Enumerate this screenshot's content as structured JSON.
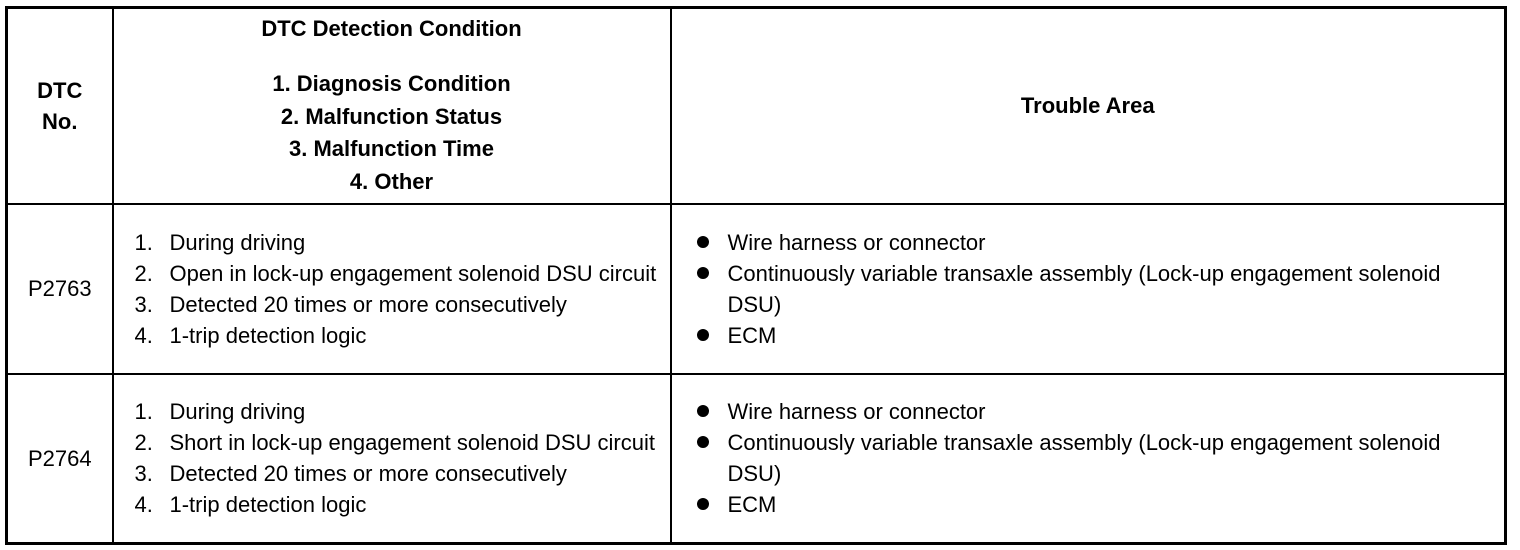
{
  "header": {
    "dtc_no_line1": "DTC",
    "dtc_no_line2": "No.",
    "condition_title": "DTC Detection Condition",
    "condition_items": [
      "1.  Diagnosis Condition",
      "2.  Malfunction Status",
      "3.  Malfunction Time",
      "4.  Other"
    ],
    "trouble_area": "Trouble Area"
  },
  "rows": [
    {
      "code": "P2763",
      "conditions": [
        {
          "num": "1.",
          "text": "During driving"
        },
        {
          "num": "2.",
          "text": "Open in lock-up engagement solenoid DSU circuit"
        },
        {
          "num": "3.",
          "text": "Detected 20 times or more consecutively"
        },
        {
          "num": "4.",
          "text": "1-trip detection logic"
        }
      ],
      "areas": [
        "Wire harness or connector",
        "Continuously variable transaxle assembly (Lock-up engagement solenoid DSU)",
        "ECM"
      ]
    },
    {
      "code": "P2764",
      "conditions": [
        {
          "num": "1.",
          "text": "During driving"
        },
        {
          "num": "2.",
          "text": "Short in lock-up engagement solenoid DSU circuit"
        },
        {
          "num": "3.",
          "text": "Detected 20 times or more consecutively"
        },
        {
          "num": "4.",
          "text": "1-trip detection logic"
        }
      ],
      "areas": [
        "Wire harness or connector",
        "Continuously variable transaxle assembly (Lock-up engagement solenoid DSU)",
        "ECM"
      ]
    }
  ]
}
